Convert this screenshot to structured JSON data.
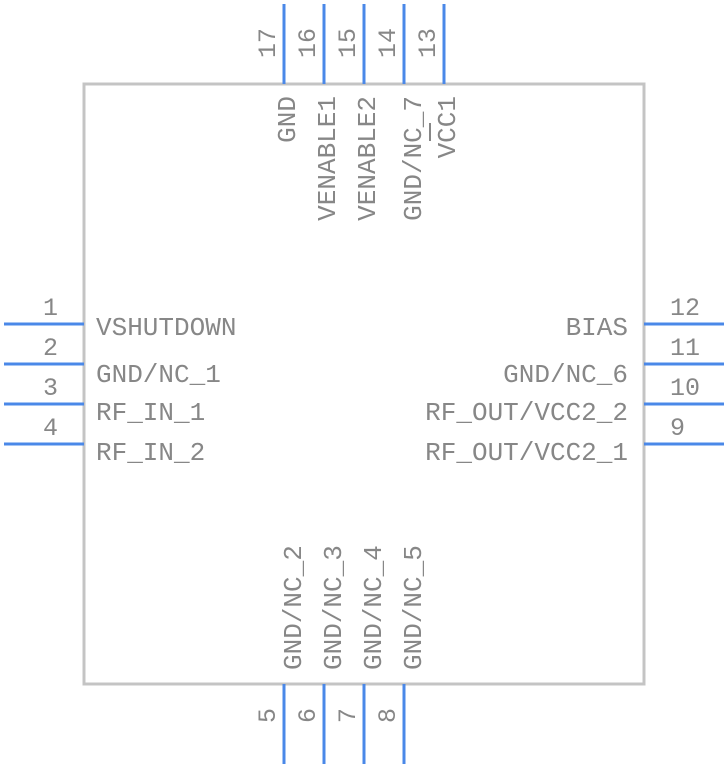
{
  "colors": {
    "body_outline": "#c4c4c4",
    "pin": "#4a88e8",
    "text": "#878787",
    "background": "#ffffff"
  },
  "pins": {
    "left": [
      {
        "number": "1",
        "name": "VSHUTDOWN"
      },
      {
        "number": "2",
        "name": "GND/NC_1"
      },
      {
        "number": "3",
        "name": "RF_IN_1"
      },
      {
        "number": "4",
        "name": "RF_IN_2"
      }
    ],
    "bottom": [
      {
        "number": "5",
        "name": "GND/NC_2"
      },
      {
        "number": "6",
        "name": "GND/NC_3"
      },
      {
        "number": "7",
        "name": "GND/NC_4"
      },
      {
        "number": "8",
        "name": "GND/NC_5"
      }
    ],
    "right": [
      {
        "number": "9",
        "name": "RF_OUT/VCC2_1"
      },
      {
        "number": "10",
        "name": "RF_OUT/VCC2_2"
      },
      {
        "number": "11",
        "name": "GND/NC_6"
      },
      {
        "number": "12",
        "name": "BIAS"
      }
    ],
    "top": [
      {
        "number": "13",
        "name": "VCC1"
      },
      {
        "number": "14",
        "name": "GND/NC_7"
      },
      {
        "number": "15",
        "name": "VENABLE2"
      },
      {
        "number": "16",
        "name": "VENABLE1"
      },
      {
        "number": "17",
        "name": "GND"
      }
    ]
  }
}
